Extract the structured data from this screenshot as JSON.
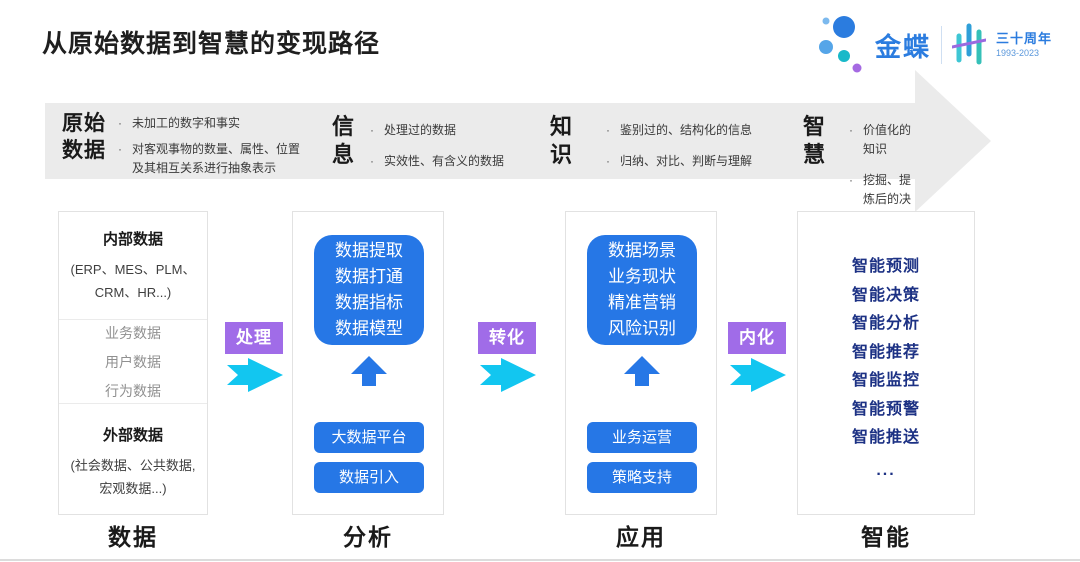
{
  "title": "从原始数据到智慧的变现路径",
  "logo": {
    "brand": "金蝶",
    "anniversary": "三十周年",
    "years": "1993-2023"
  },
  "band": {
    "stages": [
      {
        "name": "原始\n数据",
        "bullets": [
          "未加工的数字和事实",
          "对客观事物的数量、属性、位置及其相互关系进行抽象表示"
        ]
      },
      {
        "name": "信\n息",
        "bullets": [
          "处理过的数据",
          "实效性、有含义的数据"
        ]
      },
      {
        "name": "知\n识",
        "bullets": [
          "鉴别过的、结构化的信息",
          "归纳、对比、判断与理解"
        ]
      },
      {
        "name": "智\n慧",
        "bullets": [
          "价值化的知识",
          "挖掘、提炼后的决策能力"
        ]
      }
    ]
  },
  "connectors": [
    {
      "label": "处理"
    },
    {
      "label": "转化"
    },
    {
      "label": "内化"
    }
  ],
  "columns": [
    {
      "label": "数据",
      "sections": {
        "internal_title": "内部数据",
        "internal_sub": "(ERP、MES、PLM、\nCRM、HR...)",
        "middle_items": [
          "业务数据",
          "用户数据",
          "行为数据"
        ],
        "external_title": "外部数据",
        "external_sub": "(社会数据、公共数据,\n宏观数据...)"
      }
    },
    {
      "label": "分析",
      "box_lines": "数据提取\n数据打通\n数据指标\n数据模型",
      "buttons": [
        "大数据平台",
        "数据引入"
      ]
    },
    {
      "label": "应用",
      "box_lines": "数据场景\n业务现状\n精准营销\n风险识别",
      "buttons": [
        "业务运营",
        "策略支持"
      ]
    },
    {
      "label": "智能",
      "items": [
        "智能预测",
        "智能决策",
        "智能分析",
        "智能推荐",
        "智能监控",
        "智能预警",
        "智能推送",
        "..."
      ]
    }
  ],
  "colors": {
    "accent_blue": "#2677e6",
    "navy_text": "#1c3184",
    "purple": "#a06ce8",
    "cyan": "#12c6f0",
    "band_gray": "#ebebeb",
    "logo_blue": "#2b7cdf",
    "logo_teal": "#18b9c9",
    "logo_purple": "#a56ae2"
  }
}
